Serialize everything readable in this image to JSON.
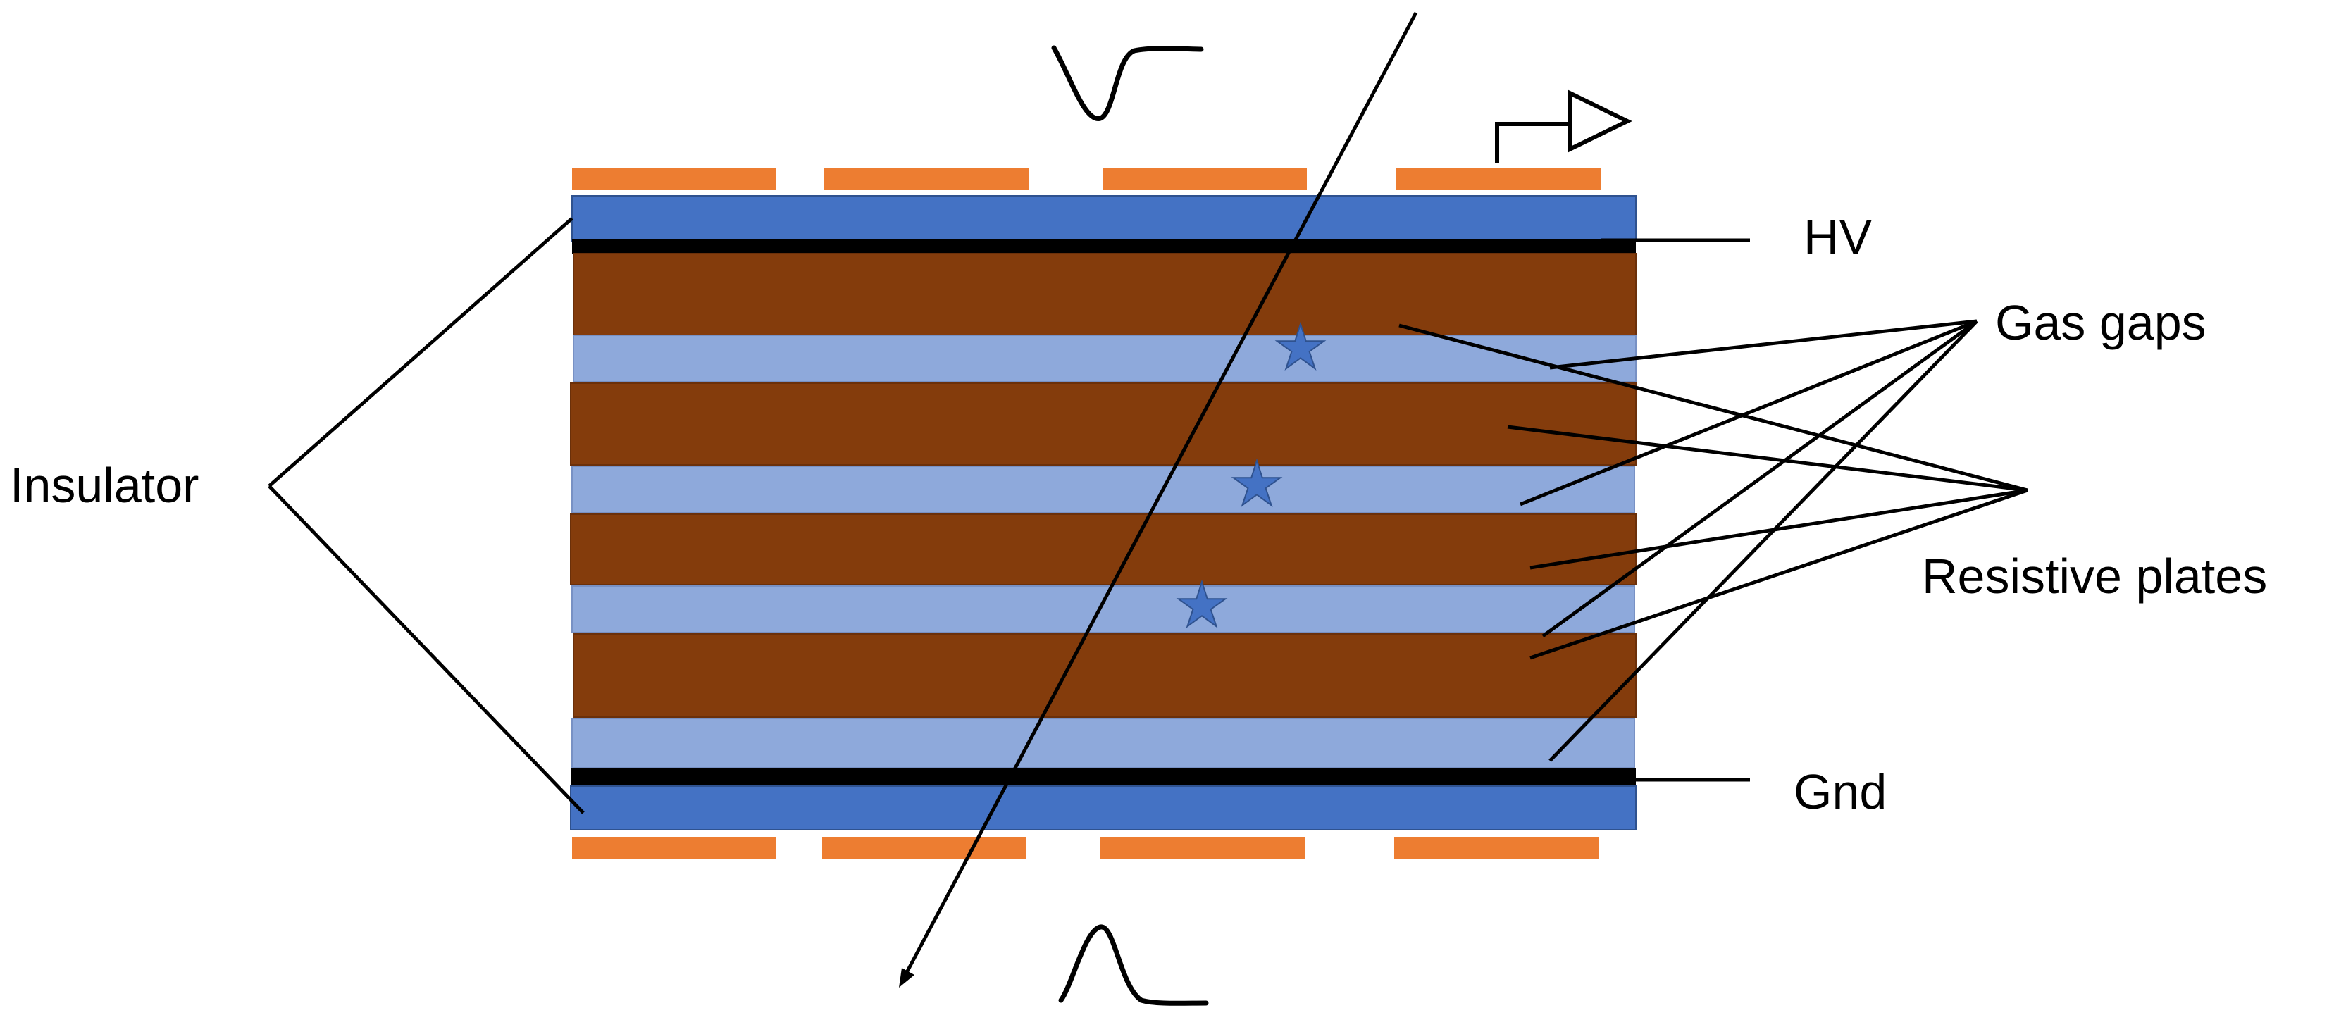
{
  "labels": {
    "insulator": "Insulator",
    "hv": "HV",
    "gas_gaps": "Gas gaps",
    "resistive_plates": "Resistive plates",
    "gnd": "Gnd"
  },
  "colors": {
    "insulator": "#4472C4",
    "gas_gap": "#8EA9DB",
    "resistive_plate": "#843C0C",
    "electrode": "#000000",
    "readout_strip": "#ED7D31",
    "avalanche_star": "#4472C4",
    "lines": "#000000"
  },
  "icons": {
    "negative_pulse": "negative-pulse-icon",
    "positive_pulse": "positive-pulse-icon",
    "amplifier": "amplifier-triangle-icon",
    "avalanche": "star-icon",
    "particle_track": "arrow-icon"
  }
}
